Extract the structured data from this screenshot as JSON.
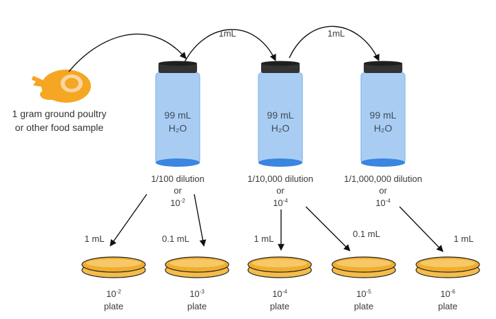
{
  "source": {
    "icon": "roast-chicken-icon",
    "line1": "1 gram ground poultry",
    "line2": "or other food sample"
  },
  "transfers": [
    "1mL",
    "1mL"
  ],
  "jars": [
    {
      "volume": "99 mL",
      "water": "H₂O",
      "dilution": "1/100 dilution",
      "or": "or",
      "power": "10",
      "exp": "-2"
    },
    {
      "volume": "99 mL",
      "water": "H₂O",
      "dilution": "1/10,000 dilution",
      "or": "or",
      "power": "10",
      "exp": "-4"
    },
    {
      "volume": "99 mL",
      "water": "H₂O",
      "dilution": "1/1,000,000 dilution",
      "or": "or",
      "power": "10",
      "exp": "-4"
    }
  ],
  "plate_volumes": [
    "1 mL",
    "0.1 mL",
    "1 mL",
    "0.1 mL",
    "1 mL"
  ],
  "plates": [
    {
      "power": "10",
      "exp": "-2",
      "word": "plate"
    },
    {
      "power": "10",
      "exp": "-3",
      "word": "plate"
    },
    {
      "power": "10",
      "exp": "-4",
      "word": "plate"
    },
    {
      "power": "10",
      "exp": "-5",
      "word": "plate"
    },
    {
      "power": "10",
      "exp": "-6",
      "word": "plate"
    }
  ],
  "colors": {
    "jar_fill": "#a9cdf2",
    "jar_edge": "#7fb0e6",
    "jar_base": "#3a86e0",
    "lid": "#333333",
    "agar": "#f0ae2f",
    "dish": "#f4bd4a",
    "chicken": "#f5a623",
    "arrow": "#111111"
  }
}
